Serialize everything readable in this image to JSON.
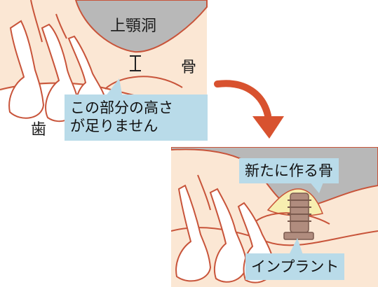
{
  "labels": {
    "sinus": "上顎洞",
    "bone": "骨",
    "tooth": "歯",
    "note_line1": "この部分の高さ",
    "note_line2": "が足りません",
    "new_bone": "新たに作る骨",
    "implant": "インプラント"
  },
  "colors": {
    "bone_fill": "#fbe7d4",
    "sinus_fill": "#b8b8b8",
    "gum_line": "#c8543a",
    "tooth_fill": "#ffffff",
    "callout_fill": "#b9dbe9",
    "graft_fill": "#f7eeb0",
    "implant_fill": "#b08c7e",
    "arrow": "#d8522f"
  }
}
